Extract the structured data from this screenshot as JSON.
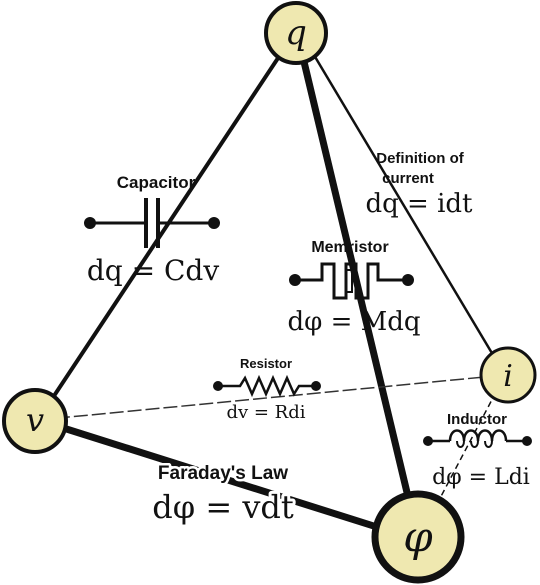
{
  "nodes": {
    "q": "q",
    "v": "v",
    "i": "i",
    "phi": "φ"
  },
  "capacitor": {
    "title": "Capacitor",
    "equation": "dq = Cdv"
  },
  "definition_of_current": {
    "line1": "Definition of",
    "line2": "current",
    "equation": "dq = idt"
  },
  "memristor": {
    "title": "Memristor",
    "equation": "dφ = Mdq"
  },
  "resistor": {
    "title": "Resistor",
    "equation": "dv = Rdi"
  },
  "inductor": {
    "title": "Inductor",
    "equation": "dφ = Ldi"
  },
  "faraday": {
    "title": "Faraday's Law",
    "equation": "dφ = vdt"
  },
  "colors": {
    "node_fill": "#efe8b0",
    "stroke": "#111111"
  }
}
